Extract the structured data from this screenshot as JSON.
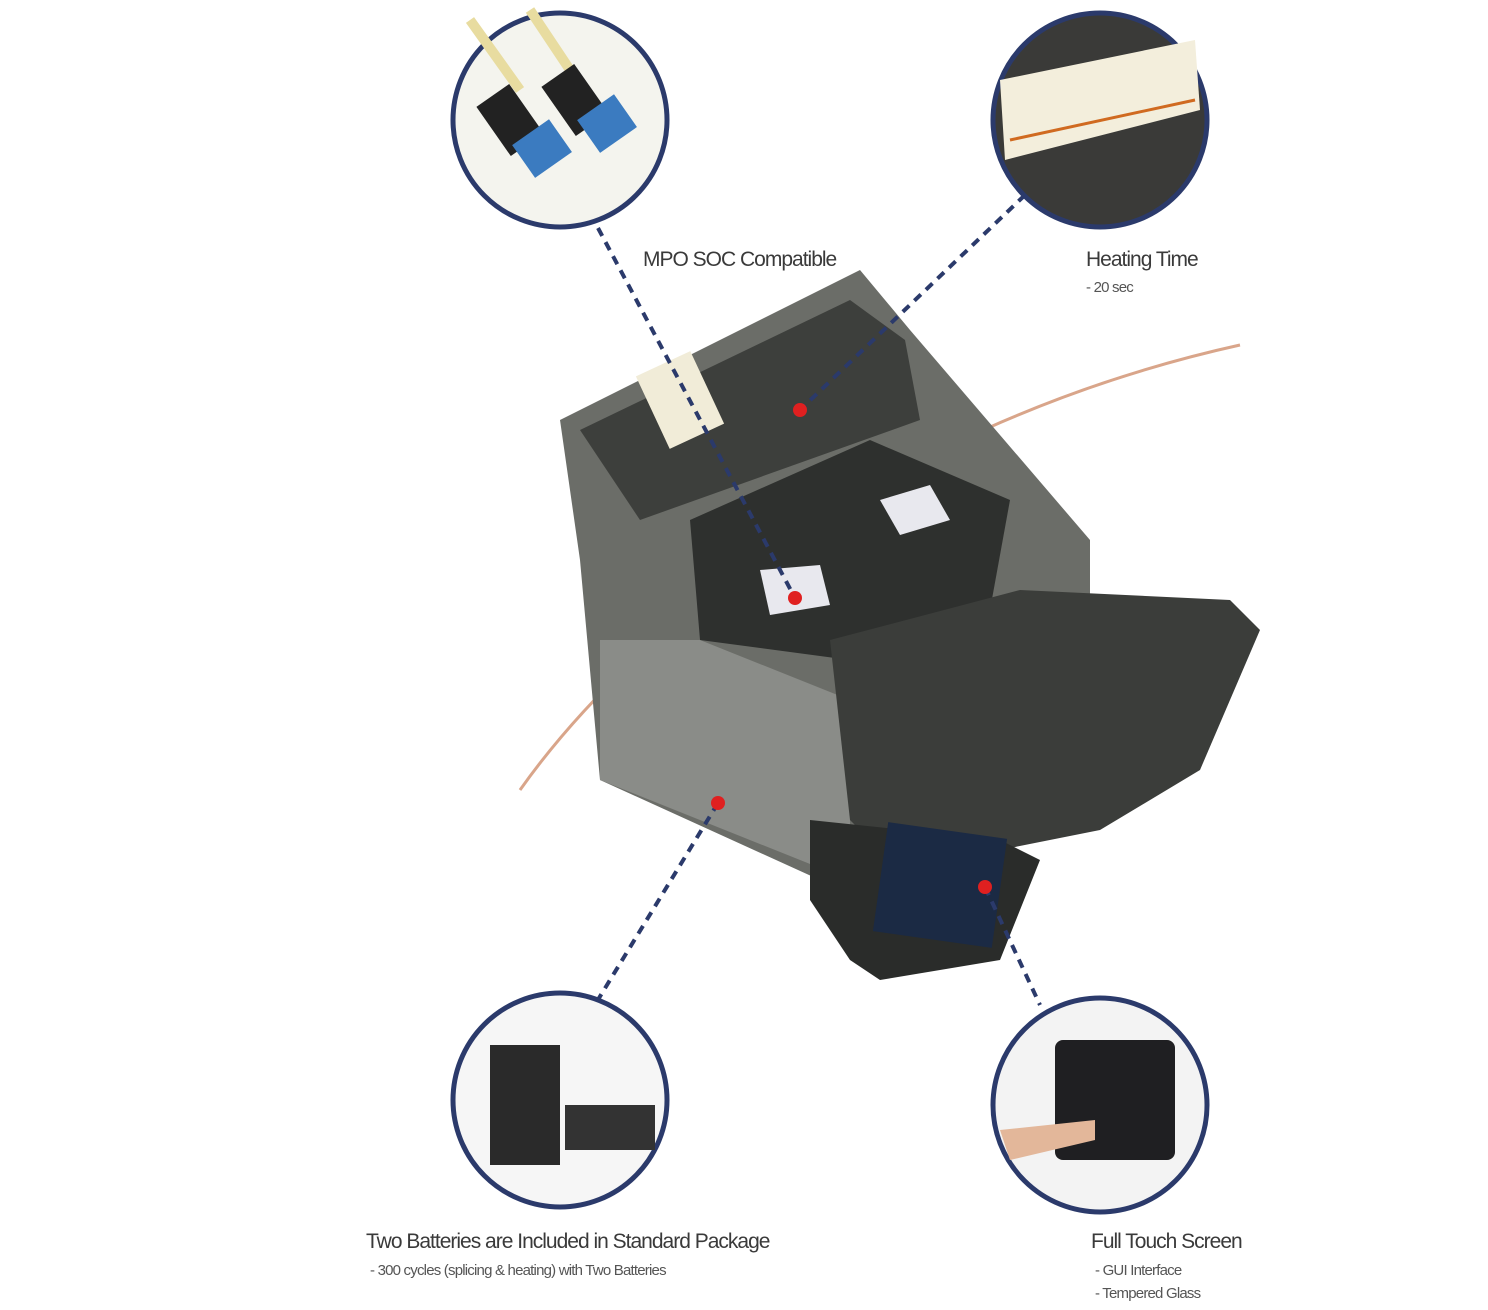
{
  "callouts": {
    "mpo": {
      "title": "MPO SOC Compatible"
    },
    "heating": {
      "title": "Heating Time",
      "details": [
        "- 20 sec"
      ]
    },
    "batteries": {
      "title": "Two Batteries are Included in Standard Package",
      "details": [
        "- 300 cycles (splicing & heating) with Two Batteries"
      ]
    },
    "touch": {
      "title": "Full Touch Screen",
      "details": [
        "- GUI Interface",
        "- Tempered Glass"
      ]
    }
  },
  "colors": {
    "circle_border": "#2b3a6b",
    "dashed_line": "#2b3a6b",
    "marker": "#e02020",
    "device": "#5a5c58"
  }
}
